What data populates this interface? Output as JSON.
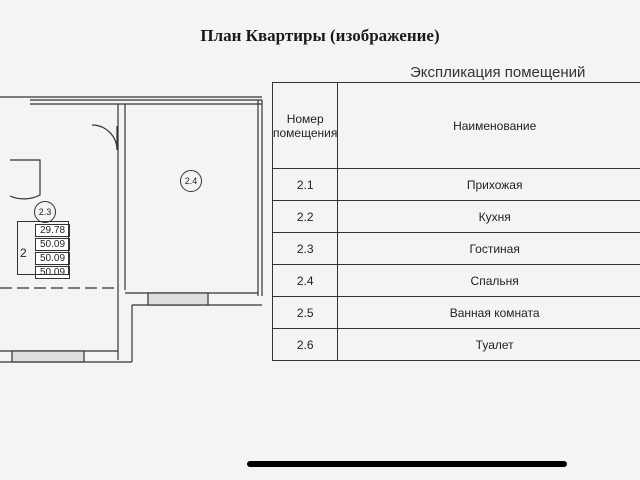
{
  "title": "План Квартиры (изображение)",
  "caption": "Экспликация помещений",
  "table": {
    "headers": [
      "Номер помещения",
      "Наименование"
    ],
    "rows": [
      {
        "num": "2.1",
        "name": "Прихожая"
      },
      {
        "num": "2.2",
        "name": "Кухня"
      },
      {
        "num": "2.3",
        "name": "Гостиная"
      },
      {
        "num": "2.4",
        "name": "Спальня"
      },
      {
        "num": "2.5",
        "name": "Ванная комната"
      },
      {
        "num": "2.6",
        "name": "Туалет"
      }
    ]
  },
  "plan": {
    "rooms": [
      "2.3",
      "2.4"
    ],
    "badge_number": "2",
    "areas": [
      "29.78",
      "50.09",
      "50.09",
      "50.09"
    ]
  }
}
